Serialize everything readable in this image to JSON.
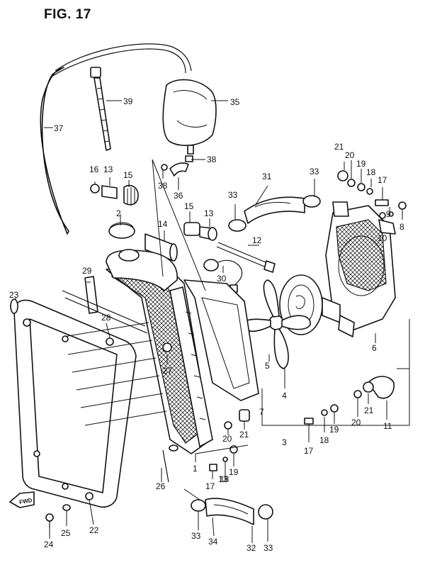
{
  "figure": {
    "title": "FIG. 17"
  },
  "fwd_badge": {
    "text": "FWD"
  },
  "callouts": [
    "1",
    "2",
    "3",
    "4",
    "5",
    "6",
    "7",
    "8",
    "9",
    "10",
    "11",
    "12",
    "13",
    "13",
    "13",
    "14",
    "15",
    "15",
    "16",
    "17",
    "17",
    "17",
    "18",
    "18",
    "18",
    "19",
    "19",
    "19",
    "20",
    "20",
    "20",
    "21",
    "21",
    "21",
    "22",
    "23",
    "24",
    "25",
    "26",
    "27",
    "28",
    "29",
    "30",
    "31",
    "32",
    "33",
    "33",
    "33",
    "33",
    "34",
    "35",
    "36",
    "37",
    "38",
    "38",
    "39"
  ]
}
